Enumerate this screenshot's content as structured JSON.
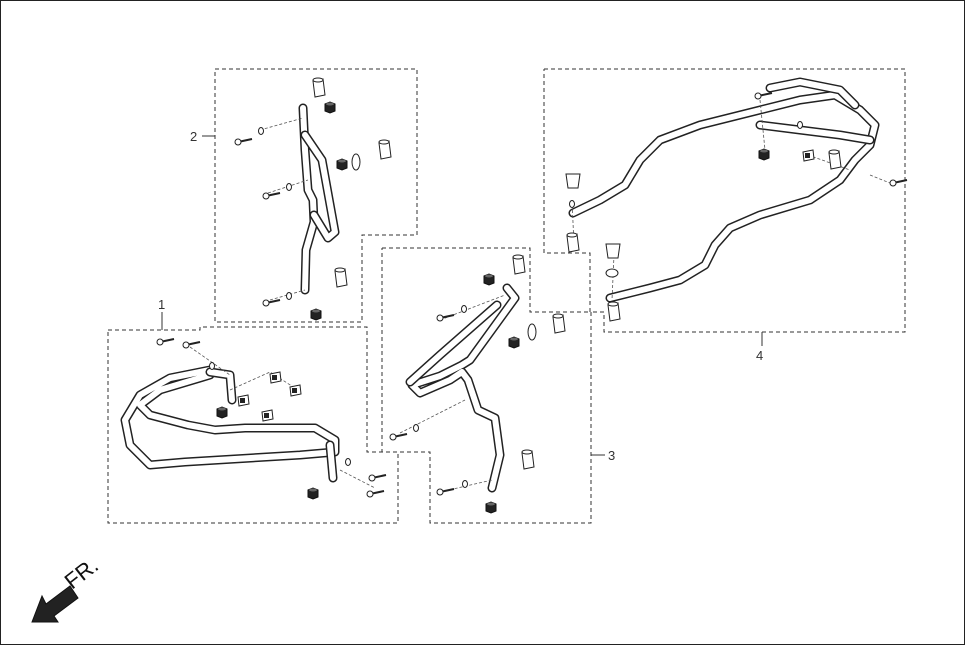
{
  "callouts": {
    "c1": "1",
    "c2": "2",
    "c3": "3",
    "c4": "4"
  },
  "direction": {
    "label": "FR.",
    "arrow_icon": "front-direction-arrow-icon"
  }
}
